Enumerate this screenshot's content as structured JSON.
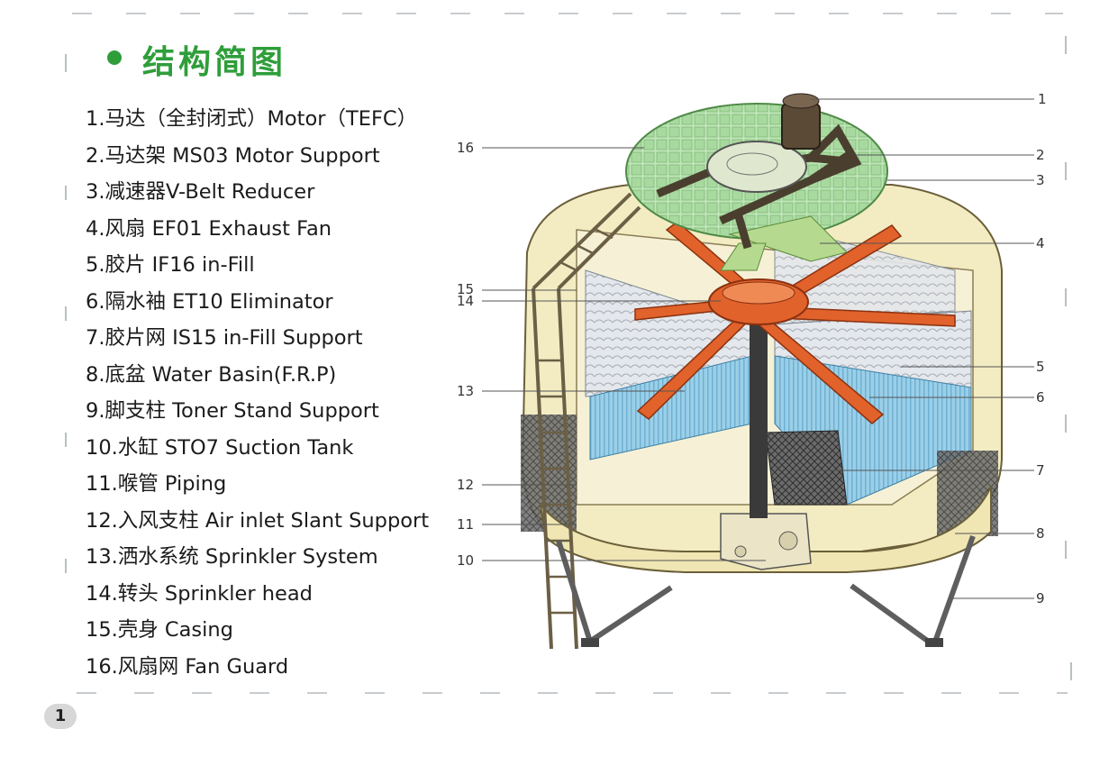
{
  "title": "结构简图",
  "parts": [
    {
      "num": "1",
      "label": "1.马达（全封闭式）Motor（TEFC）"
    },
    {
      "num": "2",
      "label": "2.马达架 MS03 Motor Support"
    },
    {
      "num": "3",
      "label": "3.减速器V-Belt Reducer"
    },
    {
      "num": "4",
      "label": "4.风扇 EF01 Exhaust Fan"
    },
    {
      "num": "5",
      "label": "5.胶片 IF16 in-Fill"
    },
    {
      "num": "6",
      "label": "6.隔水袖 ET10 Eliminator"
    },
    {
      "num": "7",
      "label": "7.胶片网 IS15 in-Fill Support"
    },
    {
      "num": "8",
      "label": "8.底盆 Water Basin(F.R.P)"
    },
    {
      "num": "9",
      "label": "9.脚支柱 Toner Stand Support"
    },
    {
      "num": "10",
      "label": "10.水缸 STO7 Suction Tank"
    },
    {
      "num": "11",
      "label": "11.喉管 Piping"
    },
    {
      "num": "12",
      "label": "12.入风支柱 Air inlet Slant Support"
    },
    {
      "num": "13",
      "label": "13.洒水系统 Sprinkler System"
    },
    {
      "num": "14",
      "label": "14.转头  Sprinkler head"
    },
    {
      "num": "15",
      "label": "15.壳身 Casing"
    },
    {
      "num": "16",
      "label": "16.风扇网 Fan Guard"
    }
  ],
  "page_number": "1",
  "colors": {
    "title": "#2f9e3a",
    "casing": "#f3ecc2",
    "fill": "#d9dde4",
    "sprinkler": "#e1622b",
    "guard": "#9fd49a",
    "frame": "#4a3f2e",
    "eliminator": "#8fc9e6"
  }
}
